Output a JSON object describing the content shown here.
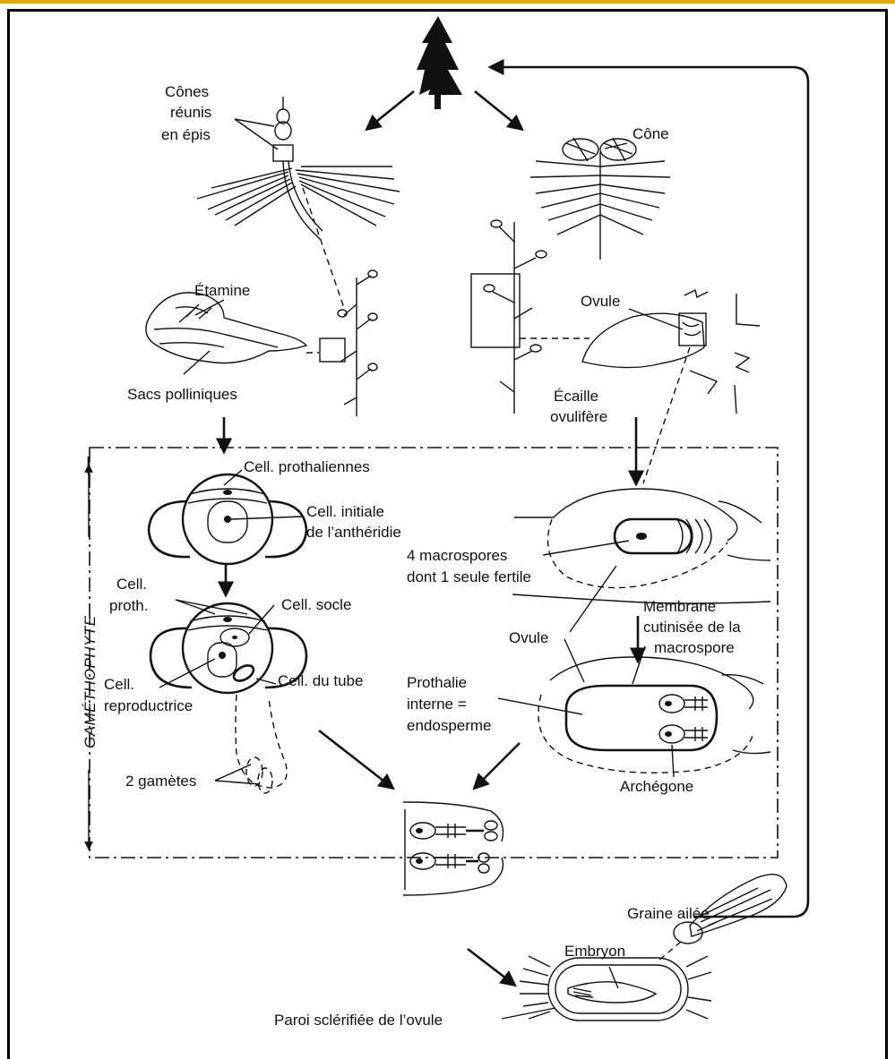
{
  "frame": {
    "accent_color": "#e6a700",
    "line_color": "#111111"
  },
  "labels": {
    "cones_group_1": "Cônes",
    "cones_group_2": "réunis",
    "cones_group_3": "en épis",
    "cone": "Cône",
    "stamen": "Étamine",
    "pollen_sacs": "Sacs polliniques",
    "ovule_top": "Ovule",
    "ovuliferous_scale_1": "Écaille",
    "ovuliferous_scale_2": "ovulifère",
    "prothallial_cells": "Cell. prothaliennes",
    "antheridial_initial_1": "Cell. initiale",
    "antheridial_initial_2": "de l’anthéridie",
    "prothallial_short_1": "Cell.",
    "prothallial_short_2": "proth.",
    "stalk_cell": "Cell. socle",
    "generative_cell_1": "Cell.",
    "generative_cell_2": "reproductrice",
    "tube_cell": "Cell. du tube",
    "two_gametes": "2 gamètes",
    "gametophyte": "GAMÉTHOPHYTE",
    "macrospores_1": "4 macrospores",
    "macrospores_2": "dont 1 seule fertile",
    "ovule_mid": "Ovule",
    "membrane_1": "Membrane",
    "membrane_2": "cutinisée de la",
    "membrane_3": "macrospore",
    "prothallus_1": "Prothalie",
    "prothallus_2": "interne =",
    "prothallus_3": "endosperme",
    "archegonium": "Archégone",
    "winged_seed": "Graine ailée",
    "embryo": "Embryon",
    "seed_coat": "Paroi sclérifiée de l’ovule"
  }
}
